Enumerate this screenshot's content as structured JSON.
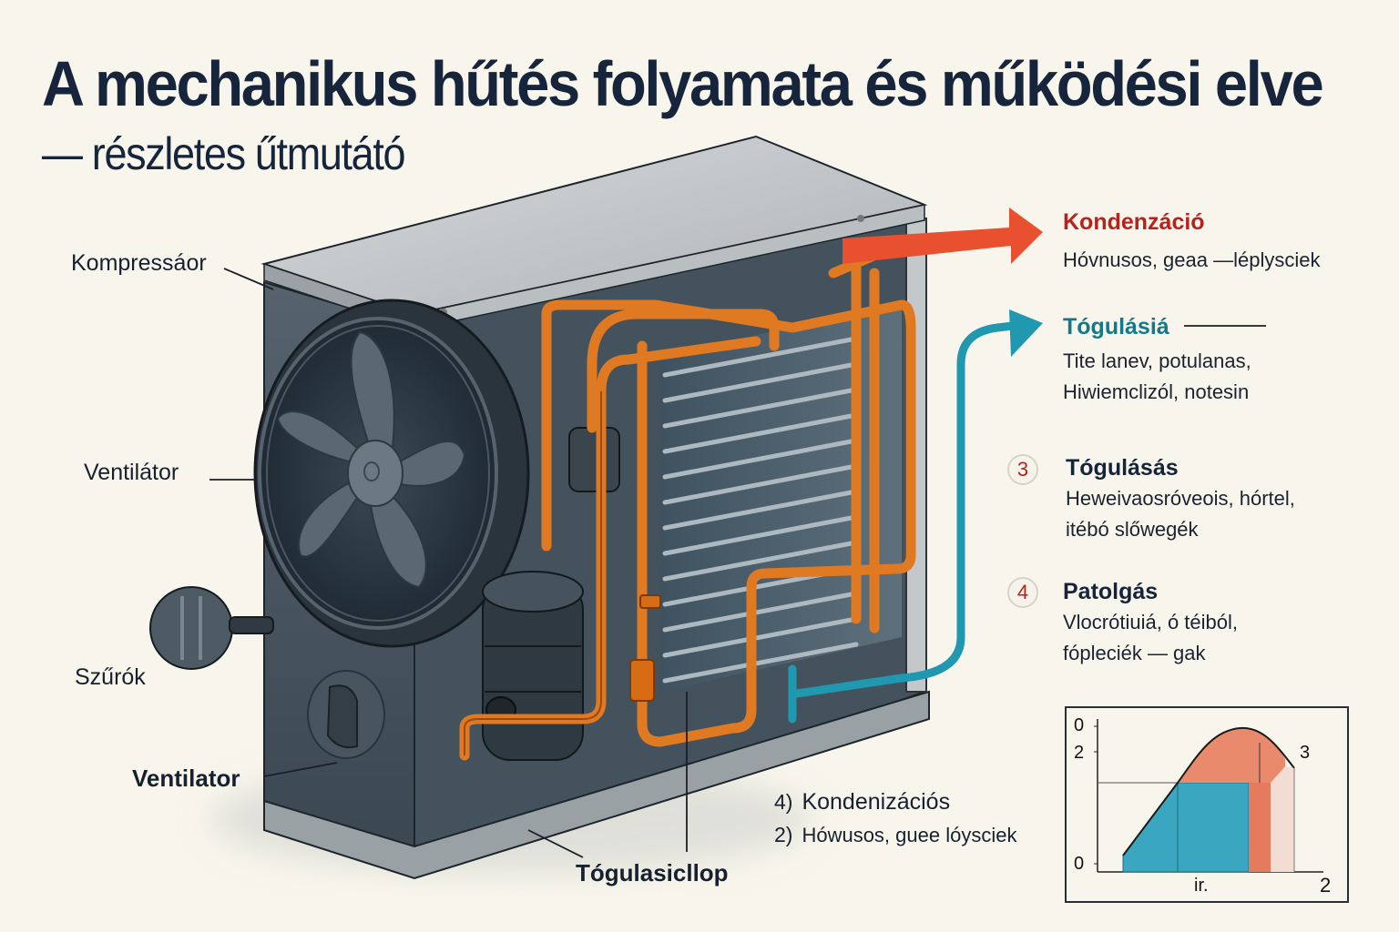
{
  "header": {
    "title": "A mechanikus hűtés folyamata és működési elve",
    "subtitle": "— részletes űtmutátó"
  },
  "left_labels": [
    {
      "id": "kompresszor",
      "text": "Kompressáor"
    },
    {
      "id": "ventilator-1",
      "text": "Ventilátor"
    },
    {
      "id": "szurok",
      "text": "Szűrók"
    },
    {
      "id": "ventilator-2",
      "text": "Ventilator"
    }
  ],
  "bottom_label": "Tógulasicllop",
  "right_panel": {
    "items": [
      {
        "heading": "Kondenzáció",
        "color": "#b8221c",
        "lines": [
          "Hóvnusos, geaa —léplysciek"
        ],
        "badge": null
      },
      {
        "heading": "Tógulásiá",
        "color": "#12788a",
        "lines": [
          "Tite lanev, potulanas,",
          "Hiwiemclizól, notesin"
        ],
        "badge": null
      },
      {
        "heading": "Tógulásás",
        "color": "#15243a",
        "lines": [
          "Heweivaosróveois, hórtel,",
          "itébó slőwegék"
        ],
        "badge": "3"
      },
      {
        "heading": "Patolgás",
        "color": "#15243a",
        "lines": [
          "Vlocrótiuiá, ó téiból,",
          "fópleciék — gak"
        ],
        "badge": "4"
      }
    ]
  },
  "bottom_list": [
    {
      "n": "4)",
      "text": "Kondenizációs",
      "bold": true
    },
    {
      "n": "2)",
      "text": "Hówusos, guee lóysciek",
      "bold": false
    }
  ],
  "colors": {
    "background": "#f8f6ec",
    "text_dark": "#16253b",
    "hot_red": "#e8502f",
    "cool_teal": "#1f98b0",
    "copper": "#e07a22",
    "unit_dark": "#3c4a56",
    "unit_light": "#c7cbcd"
  },
  "chart_data": {
    "type": "area",
    "title": "",
    "xlabel": "ir.",
    "ylabel": "",
    "y_ticks": [
      "0",
      "2",
      "0"
    ],
    "x_ticks": [
      "ir.",
      "2"
    ],
    "annotations": [
      "3"
    ],
    "regions": [
      {
        "name": "teal-liquid-region",
        "color": "#3aa6bf"
      },
      {
        "name": "orange-vapor-dome",
        "color": "#e98a6c"
      },
      {
        "name": "orange-band",
        "color": "#e67a5d"
      },
      {
        "name": "pale-band",
        "color": "#f3dcd2"
      }
    ],
    "grid": false,
    "legend": null
  }
}
